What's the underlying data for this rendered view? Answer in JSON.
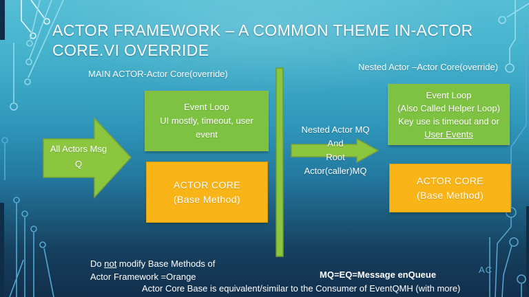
{
  "title_lines": [
    "ACTOR FRAMEWORK – A COMMON THEME IN-ACTOR",
    "CORE.VI OVERRIDE"
  ],
  "labels": {
    "main_actor": "MAIN ACTOR-Actor Core(override)",
    "nested_actor": "Nested Actor –Actor Core(override)"
  },
  "left": {
    "arrow_lines": [
      "All Actors Msg",
      "Q"
    ],
    "event_loop_lines": [
      "Event Loop",
      "UI mostly, timeout, user",
      "event"
    ],
    "actor_core_lines": [
      "ACTOR CORE",
      "(Base Method)"
    ]
  },
  "middle": {
    "lines": [
      "Nested Actor MQ",
      "And",
      "Root",
      "Actor(caller)MQ"
    ]
  },
  "right": {
    "event_loop_lines": [
      "Event Loop",
      "(Also Called Helper Loop)",
      "Key use is timeout and or"
    ],
    "event_loop_underlined": "User Events",
    "actor_core_lines": [
      "ACTOR CORE",
      "(Base Method)"
    ]
  },
  "notes": {
    "do_not": {
      "pre": "Do ",
      "underlined": "not",
      "post": " modify Base Methods of",
      "line2": "Actor Framework =Orange"
    },
    "mq_eq": "MQ=EQ=Message enQueue",
    "initials": "AC",
    "bottom": "Actor Core Base is equivalent/similar to the Consumer of EventQMH (with more)"
  },
  "colors": {
    "arrow_green": "#8CC63E",
    "box_green": "#7EC242",
    "box_orange": "#F9B517",
    "background_top": "#52BCD4",
    "background_bottom": "#122F4C",
    "accent_blue": "#57A7CF"
  }
}
